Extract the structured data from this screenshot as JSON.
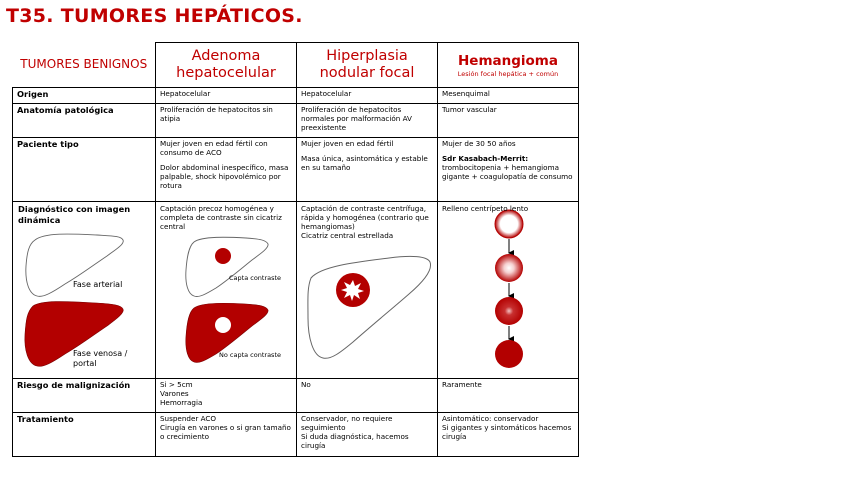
{
  "title": "T35. TUMORES HEPÁTICOS.",
  "corner_label": "TUMORES BENIGNOS",
  "columns": [
    {
      "name": "Adenoma hepatocelular",
      "subtitle": ""
    },
    {
      "name": "Hiperplasia nodular focal",
      "subtitle": ""
    },
    {
      "name": "Hemangioma",
      "subtitle": "Lesión focal hepática + común"
    }
  ],
  "rows": {
    "origen": {
      "label": "Origen",
      "adenoma": "Hepatocelular",
      "hnf": "Hepatocelular",
      "hemangioma": "Mesenquimal"
    },
    "anatomia": {
      "label": "Anatomía patológica",
      "adenoma": "Proliferación de hepatocitos sin atipia",
      "hnf": "Proliferación de hepatocitos normales por malformación AV preexistente",
      "hemangioma": "Tumor vascular"
    },
    "paciente": {
      "label": "Paciente tipo",
      "adenoma_1": "Mujer joven en edad fértil con consumo de ACO",
      "adenoma_2": "Dolor abdominal inespecífico, masa palpable, shock hipovolémico por rotura",
      "hnf_1": "Mujer joven en edad fértil",
      "hnf_2": "Masa única, asintomática y estable en su tamaño",
      "hemangioma_1": "Mujer de 30 50 años",
      "hemangioma_2_title": "Sdr Kasabach-Merrit:",
      "hemangioma_2": "trombocitopenia + hemangioma gigante + coagulopatía de consumo"
    },
    "diagnostico": {
      "label": "Diagnóstico con imagen dinámica",
      "fase_arterial": "Fase arterial",
      "fase_venosa": "Fase venosa / portal",
      "adenoma": "Captación precoz homogénea y completa de contraste sin cicatriz central",
      "adenoma_capta": "Capta contraste",
      "adenoma_no_capta": "No capta contraste",
      "hnf": "Captación de contraste centrífuga, rápida y homogénea (contrario que hemangiomas)",
      "hnf_2": "Cicatriz central estrellada",
      "hemangioma": "Relleno centrípeto lento"
    },
    "riesgo": {
      "label": "Riesgo de malignización",
      "adenoma_1": "Si > 5cm",
      "adenoma_2": "Varones",
      "adenoma_3": "Hemorragia",
      "hnf": "No",
      "hemangioma": "Raramente"
    },
    "tratamiento": {
      "label": "Tratamiento",
      "adenoma_1": "Suspender ACO",
      "adenoma_2": "Cirugía en varones o si gran tamaño o crecimiento",
      "hnf_1": "Conservador, no requiere seguimiento",
      "hnf_2": "Si duda diagnóstica, hacemos cirugía",
      "hemangioma_1": "Asintomático: conservador",
      "hemangioma_2": "Si gigantes y sintomáticos hacemos cirugía"
    }
  },
  "colors": {
    "accent": "#c00000",
    "liver_dark": "#b30000"
  },
  "icons": [
    "liver-outline-icon",
    "liver-filled-icon",
    "lesion-icon",
    "stellate-scar-icon",
    "centripetal-fill-icon",
    "arrow-down-icon"
  ]
}
